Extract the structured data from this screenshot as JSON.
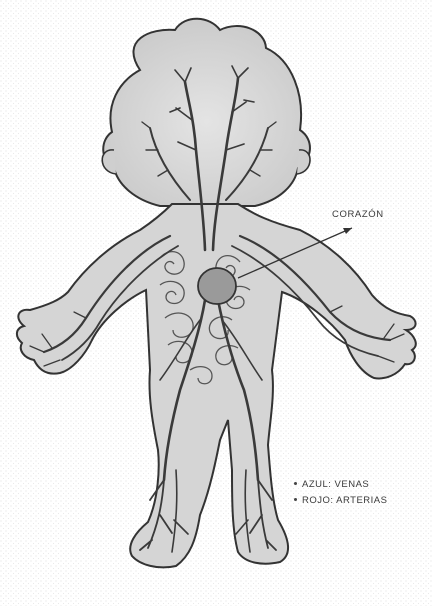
{
  "labels": {
    "heart": "CORAZÓN"
  },
  "legend": [
    {
      "text": "AZUL: VENAS"
    },
    {
      "text": "ROJO: ARTERIAS"
    }
  ]
}
